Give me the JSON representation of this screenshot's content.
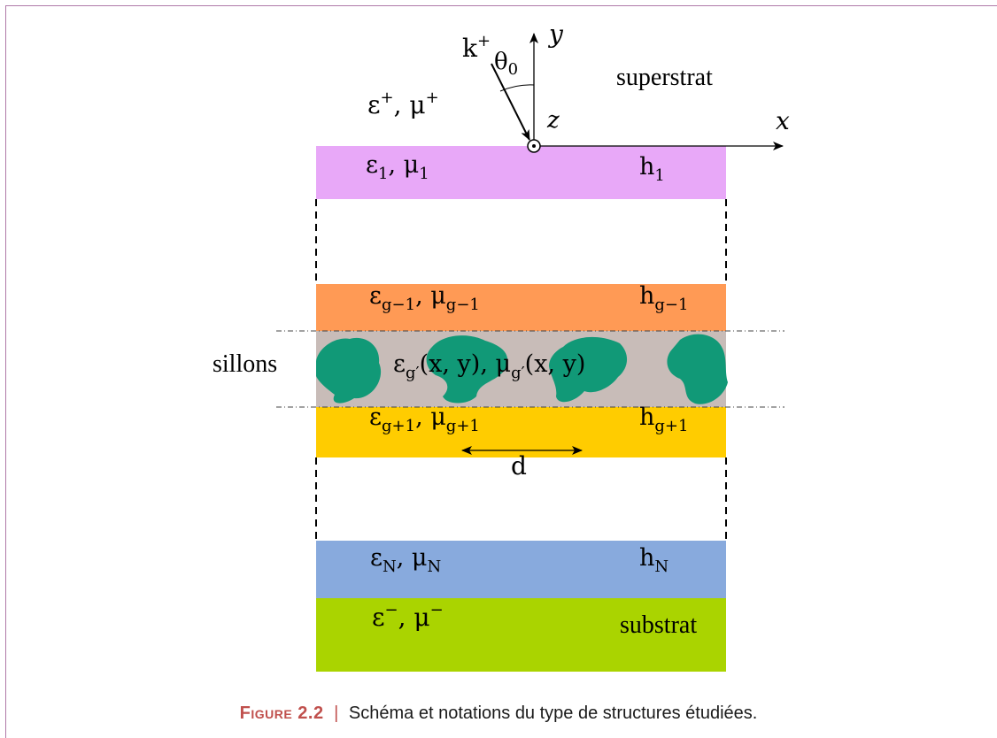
{
  "diagram": {
    "axes": {
      "x": "x",
      "y": "y",
      "z": "z"
    },
    "incident": {
      "wave": "k",
      "wave_sup": "+",
      "angle": "θ",
      "angle_sub": "0"
    },
    "superstrat": {
      "label": "superstrat",
      "eps": "ε",
      "mu": "μ",
      "sup": "+"
    },
    "substrat": {
      "label": "substrat",
      "eps": "ε",
      "mu": "μ",
      "sup": "−"
    },
    "layers": [
      {
        "eps_sub": "1",
        "mu_sub": "1",
        "h_sub": "1",
        "color": "#e8a8f8"
      },
      {
        "eps_sub": "g−1",
        "mu_sub": "g−1",
        "h_sub": "g−1",
        "color": "#ff9a55"
      },
      {
        "eps_sub": "g+1",
        "mu_sub": "g+1",
        "h_sub": "g+1",
        "color": "#ffcc00"
      },
      {
        "eps_sub": "N",
        "mu_sub": "N",
        "h_sub": "N",
        "color": "#88aadd"
      }
    ],
    "grating": {
      "label": "sillons",
      "eps": "ε",
      "mu": "μ",
      "sub": "g′",
      "args": "(x, y)",
      "bg_color": "#c8bcb8",
      "inclusion_color": "#119977"
    },
    "substrate_color": "#aad400",
    "period": "d",
    "h": "h",
    "separator": ", "
  },
  "caption": {
    "label": "Figure 2.2",
    "sep": "|",
    "text": "Schéma et notations du type de structures étudiées."
  }
}
